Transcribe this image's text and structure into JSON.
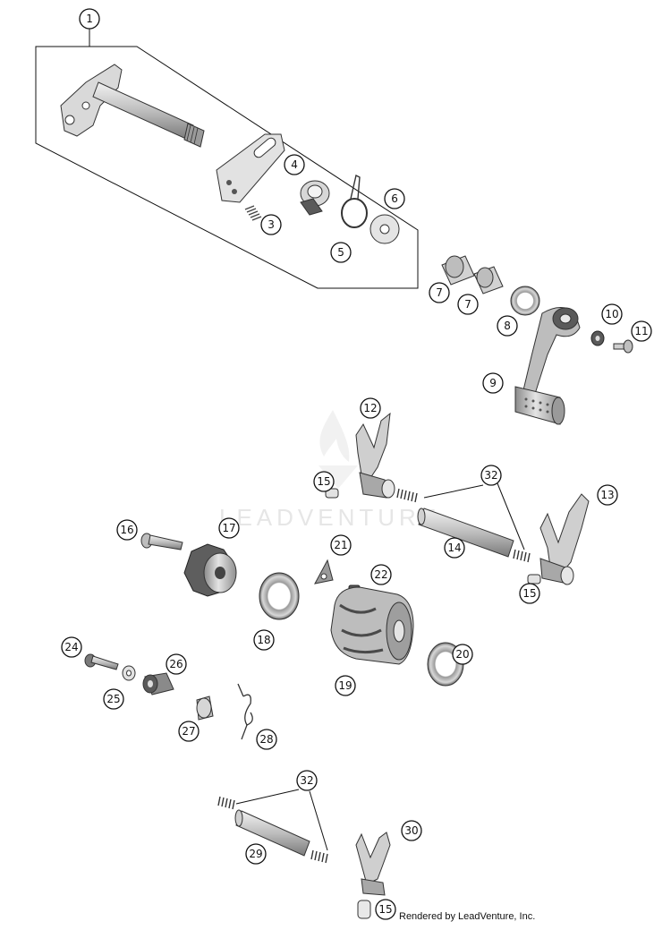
{
  "diagram": {
    "callouts": [
      {
        "id": "c1",
        "label": "1"
      },
      {
        "id": "c3",
        "label": "3"
      },
      {
        "id": "c4",
        "label": "4"
      },
      {
        "id": "c5",
        "label": "5"
      },
      {
        "id": "c6",
        "label": "6"
      },
      {
        "id": "c7a",
        "label": "7"
      },
      {
        "id": "c7b",
        "label": "7"
      },
      {
        "id": "c8",
        "label": "8"
      },
      {
        "id": "c9",
        "label": "9"
      },
      {
        "id": "c10",
        "label": "10"
      },
      {
        "id": "c11",
        "label": "11"
      },
      {
        "id": "c12",
        "label": "12"
      },
      {
        "id": "c13",
        "label": "13"
      },
      {
        "id": "c14",
        "label": "14"
      },
      {
        "id": "c15a",
        "label": "15"
      },
      {
        "id": "c15b",
        "label": "15"
      },
      {
        "id": "c15c",
        "label": "15"
      },
      {
        "id": "c16",
        "label": "16"
      },
      {
        "id": "c17",
        "label": "17"
      },
      {
        "id": "c18",
        "label": "18"
      },
      {
        "id": "c19",
        "label": "19"
      },
      {
        "id": "c20",
        "label": "20"
      },
      {
        "id": "c21",
        "label": "21"
      },
      {
        "id": "c22",
        "label": "22"
      },
      {
        "id": "c24",
        "label": "24"
      },
      {
        "id": "c25",
        "label": "25"
      },
      {
        "id": "c26",
        "label": "26"
      },
      {
        "id": "c27",
        "label": "27"
      },
      {
        "id": "c28",
        "label": "28"
      },
      {
        "id": "c29",
        "label": "29"
      },
      {
        "id": "c30",
        "label": "30"
      },
      {
        "id": "c32a",
        "label": "32"
      },
      {
        "id": "c32b",
        "label": "32"
      }
    ],
    "watermark": "LEADVENTURE",
    "credit": "Rendered by LeadVenture, Inc."
  },
  "colors": {
    "part_fill": "#cfcfcf",
    "part_dark": "#5a5a5a",
    "part_light": "#ececec",
    "line": "#111111",
    "watermark": "#e6e6e6"
  }
}
